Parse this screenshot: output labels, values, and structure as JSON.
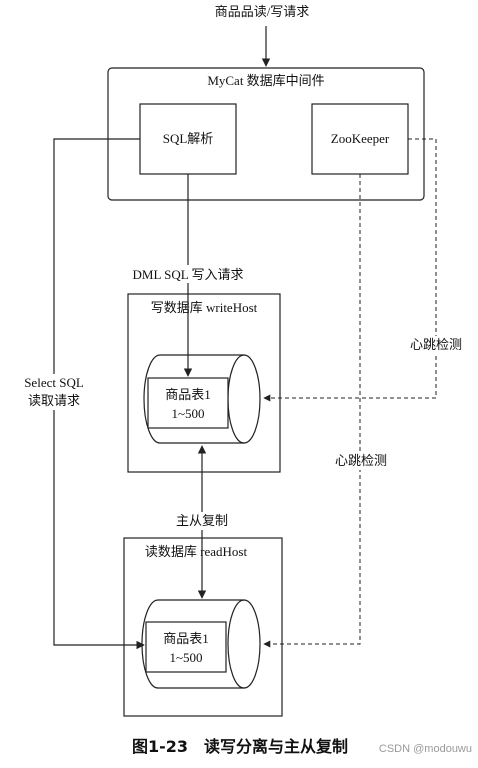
{
  "diagram": {
    "input_label": "商品品读/写请求",
    "middleware": {
      "title": "MyCat 数据库中间件",
      "sql_parser": "SQL解析",
      "zookeeper": "ZooKeeper"
    },
    "write_db": {
      "title": "写数据库 writeHost",
      "table_name": "商品表1",
      "table_range": "1~500"
    },
    "read_db": {
      "title": "读数据库 readHost",
      "table_name": "商品表1",
      "table_range": "1~500"
    },
    "edges": {
      "dml_write": "DML SQL 写入请求",
      "select_read_line1": "Select SQL",
      "select_read_line2": "读取请求",
      "heartbeat_write": "心跳检测",
      "heartbeat_read": "心跳检测",
      "replication": "主从复制"
    }
  },
  "caption": "图1-23　读写分离与主从复制",
  "watermark": "CSDN @modouwu",
  "colors": {
    "line": "#222222",
    "text": "#111111"
  }
}
